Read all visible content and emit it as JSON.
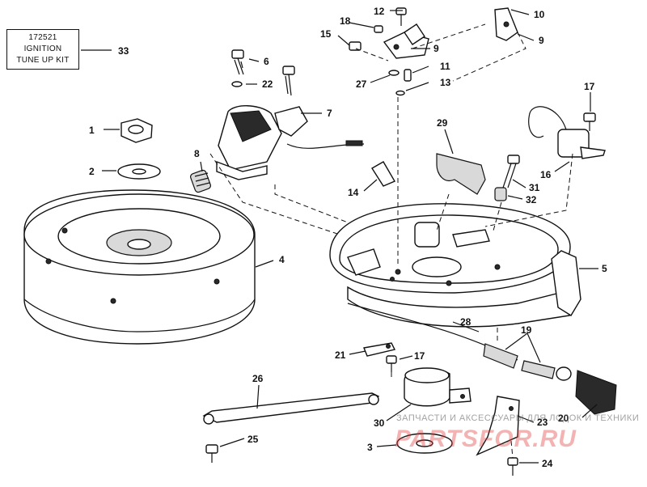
{
  "kit": {
    "line1": "172521",
    "line2": "IGNITION",
    "line3": "TUNE UP KIT"
  },
  "callouts": {
    "c33": "33",
    "c1": "1",
    "c2": "2",
    "c4": "4",
    "c6": "6",
    "c22": "22",
    "c7": "7",
    "c8": "8",
    "c18": "18",
    "c12": "12",
    "c15": "15",
    "c9a": "9",
    "c27": "27",
    "c11": "11",
    "c13": "13",
    "c10": "10",
    "c9b": "9",
    "c17a": "17",
    "c16": "16",
    "c29": "29",
    "c14": "14",
    "c31": "31",
    "c32": "32",
    "c5": "5",
    "c28": "28",
    "c19": "19",
    "c21": "21",
    "c17b": "17",
    "c26": "26",
    "c30": "30",
    "c23": "23",
    "c20": "20",
    "c3": "3",
    "c25": "25",
    "c24": "24"
  },
  "watermark": {
    "top": "ЗАПЧАСТИ И АКСЕССУАРЫ ДЛЯ ЛОДОК И ТЕХНИКИ",
    "main": "PARTSFOR.RU"
  }
}
